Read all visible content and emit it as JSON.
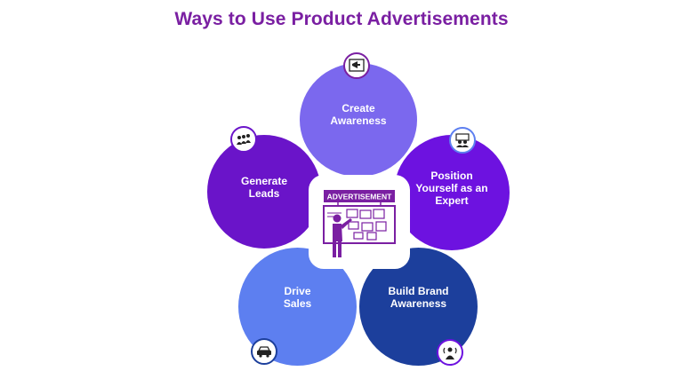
{
  "title": "Ways to Use Product Advertisements",
  "center": {
    "sign_text": "ADVERTISEMENT",
    "icon": "presenter-board-icon"
  },
  "petals": [
    {
      "label": "Create\nAwareness",
      "icon": "megaphone-icon",
      "color": "#7b68ee"
    },
    {
      "label": "Generate\nLeads",
      "icon": "people-growth-icon",
      "color": "#6a14c9"
    },
    {
      "label": "Position\nYourself as an\nExpert",
      "icon": "expert-team-icon",
      "color": "#6d12e0"
    },
    {
      "label": "Drive\nSales",
      "icon": "car-icon",
      "color": "#5d7ff0"
    },
    {
      "label": "Build Brand\nAwareness",
      "icon": "influencer-icon",
      "color": "#1c3f9c"
    }
  ],
  "colors": {
    "title": "#7a1fa2",
    "background": "#ffffff"
  }
}
